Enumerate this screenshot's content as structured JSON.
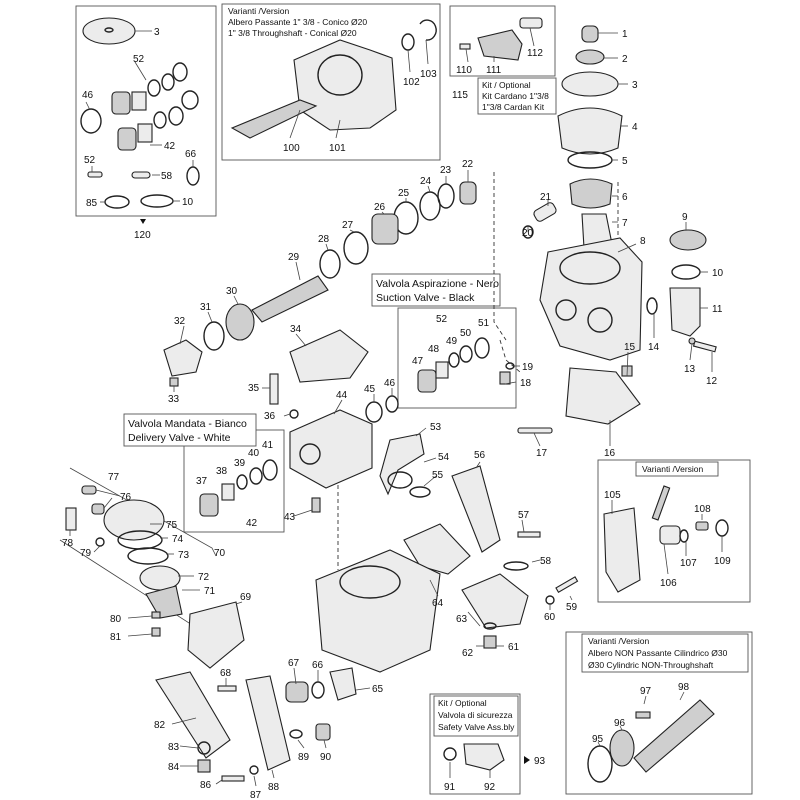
{
  "captions": {
    "throughshaft_line1": "Varianti /Version",
    "throughshaft_line2": "Albero Passante 1\" 3/8 - Conico Ø20",
    "throughshaft_line3": "1\" 3/8 Throughshaft - Conical Ø20",
    "cardan_line1": "Kit / Optional",
    "cardan_line2": "Kit Cardano 1\"3/8",
    "cardan_line3": "1\"3/8 Cardan Kit",
    "suction_line1": "Valvola Aspirazione - Nero",
    "suction_line2": "Suction Valve - Black",
    "delivery_line1": "Valvola Mandata - Bianco",
    "delivery_line2": "Delivery Valve - White",
    "version_line1": "Varianti /Version",
    "nonthrough_line1": "Varianti /Version",
    "nonthrough_line2": "Albero NON Passante Cilindrico Ø30",
    "nonthrough_line3": "Ø30 Cylindric NON-Throughshaft",
    "safety_line1": "Kit / Optional",
    "safety_line2": "Valvola di sicurezza",
    "safety_line3": "Safety Valve Ass.bly"
  },
  "parts": {
    "p1": "1",
    "p2": "2",
    "p3": "3",
    "p4": "4",
    "p5": "5",
    "p6": "6",
    "p7": "7",
    "p8": "8",
    "p9": "9",
    "p10": "10",
    "p11": "11",
    "p12": "12",
    "p13": "13",
    "p14": "14",
    "p15": "15",
    "p16": "16",
    "p17": "17",
    "p18": "18",
    "p19": "19",
    "p20": "20",
    "p21": "21",
    "p22": "22",
    "p23": "23",
    "p24": "24",
    "p25": "25",
    "p26": "26",
    "p27": "27",
    "p28": "28",
    "p29": "29",
    "p30": "30",
    "p31": "31",
    "p32": "32",
    "p33": "33",
    "p34": "34",
    "p35": "35",
    "p36": "36",
    "p37": "37",
    "p38": "38",
    "p39": "39",
    "p40": "40",
    "p41": "41",
    "p42": "42",
    "p43": "43",
    "p44": "44",
    "p45": "45",
    "p46": "46",
    "p47": "47",
    "p48": "48",
    "p49": "49",
    "p50": "50",
    "p51": "51",
    "p52": "52",
    "p53": "53",
    "p54": "54",
    "p55": "55",
    "p56": "56",
    "p57": "57",
    "p58": "58",
    "p59": "59",
    "p60": "60",
    "p61": "61",
    "p62": "62",
    "p63": "63",
    "p64": "64",
    "p65": "65",
    "p66": "66",
    "p67": "67",
    "p68": "68",
    "p69": "69",
    "p70": "70",
    "p71": "71",
    "p72": "72",
    "p73": "73",
    "p74": "74",
    "p75": "75",
    "p76": "76",
    "p77": "77",
    "p78": "78",
    "p79": "79",
    "p80": "80",
    "p81": "81",
    "p82": "82",
    "p83": "83",
    "p84": "84",
    "p85": "85",
    "p86": "86",
    "p87": "87",
    "p88": "88",
    "p89": "89",
    "p90": "90",
    "p91": "91",
    "p92": "92",
    "p93": "93",
    "p95": "95",
    "p96": "96",
    "p97": "97",
    "p98": "98",
    "p100": "100",
    "p101": "101",
    "p102": "102",
    "p103": "103",
    "p105": "105",
    "p106": "106",
    "p107": "107",
    "p108": "108",
    "p109": "109",
    "p110": "110",
    "p111": "111",
    "p112": "112",
    "p115": "115",
    "p120": "120"
  }
}
